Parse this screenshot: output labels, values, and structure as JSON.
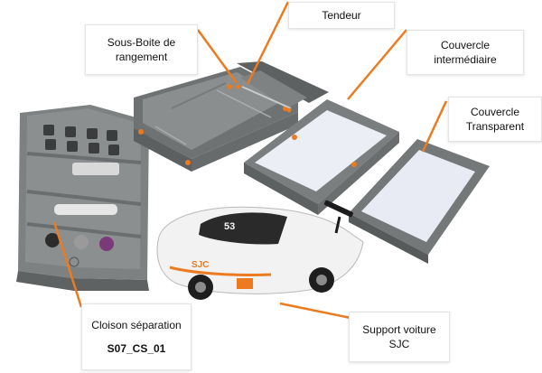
{
  "colors": {
    "box_gray": "#7f8384",
    "box_dark": "#5f6364",
    "leader_orange": "#ec7a1f",
    "car_white": "#f2f2f2",
    "lid_fill": "#eceef5"
  },
  "labels": {
    "tendeur": "Tendeur",
    "sous_boite": "Sous-Boite de rangement",
    "couvercle_intermediaire": "Couvercle intermédiaire",
    "couvercle_transparent": "Couvercle Transparent",
    "cloison": "Cloison séparation",
    "cloison_code": "S07_CS_01",
    "support_voiture": "Support voiture SJC"
  },
  "car_markings": {
    "number": "53",
    "sponsor": "SJC"
  }
}
